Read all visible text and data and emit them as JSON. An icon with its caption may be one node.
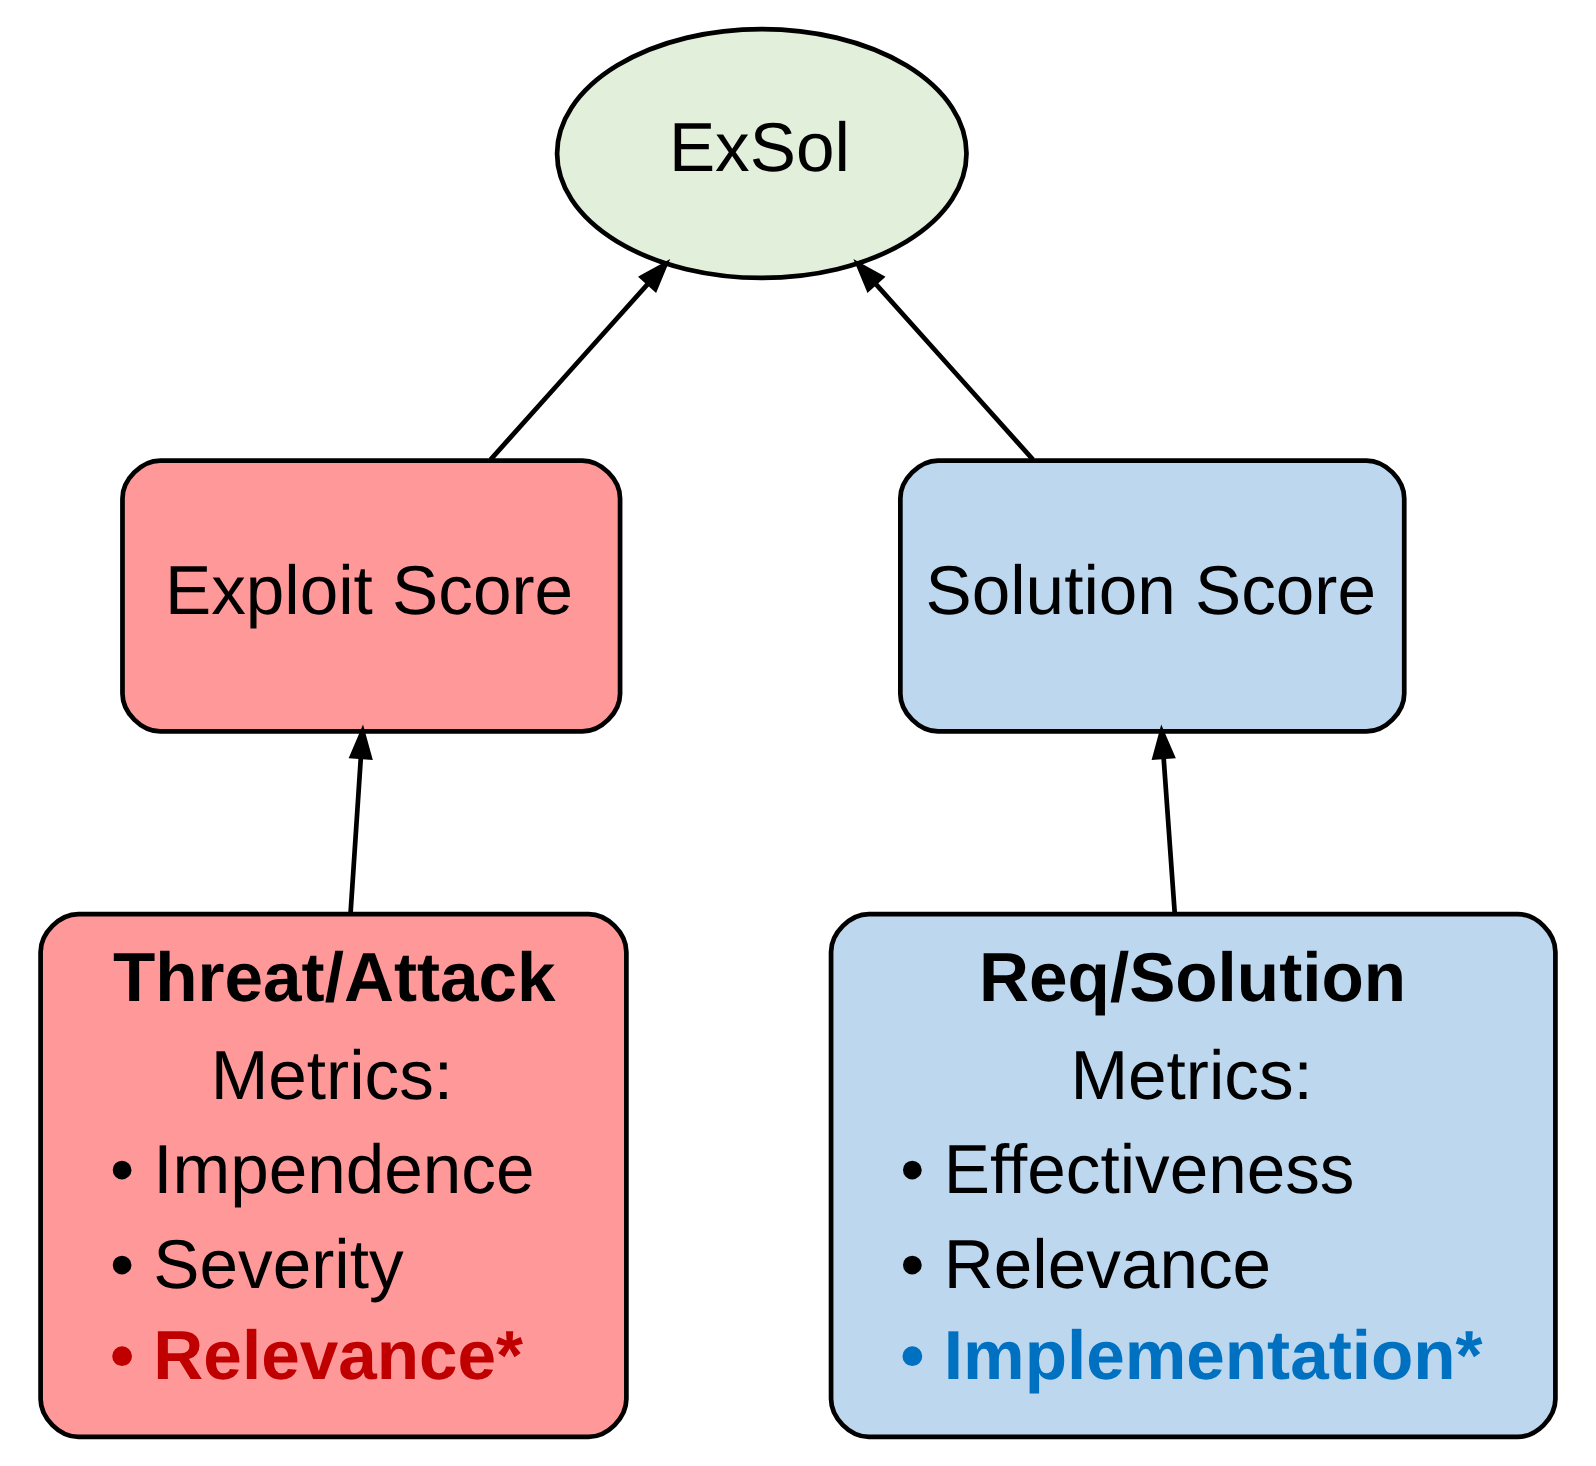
{
  "diagram": {
    "nodes": [
      {
        "text": [
          "ExSol"
        ]
      },
      {
        "text": [
          "Exploit Score"
        ]
      },
      {
        "text": [
          "Solution Score"
        ]
      },
      {
        "text": [
          "Threat/Attack",
          "Metrics:",
          "• Impendence",
          "• Severity",
          "• Relevance*"
        ]
      },
      {
        "text": [
          "Req/Solution",
          "Metrics:",
          "• Effectiveness",
          "• Relevance",
          "• Implementation*"
        ]
      }
    ],
    "edges": [
      {
        "from": 1,
        "to": 0,
        "arrow": "to"
      },
      {
        "from": 2,
        "to": 0,
        "arrow": "to"
      },
      {
        "from": 3,
        "to": 1,
        "arrow": "to"
      },
      {
        "from": 4,
        "to": 2,
        "arrow": "to"
      }
    ]
  }
}
